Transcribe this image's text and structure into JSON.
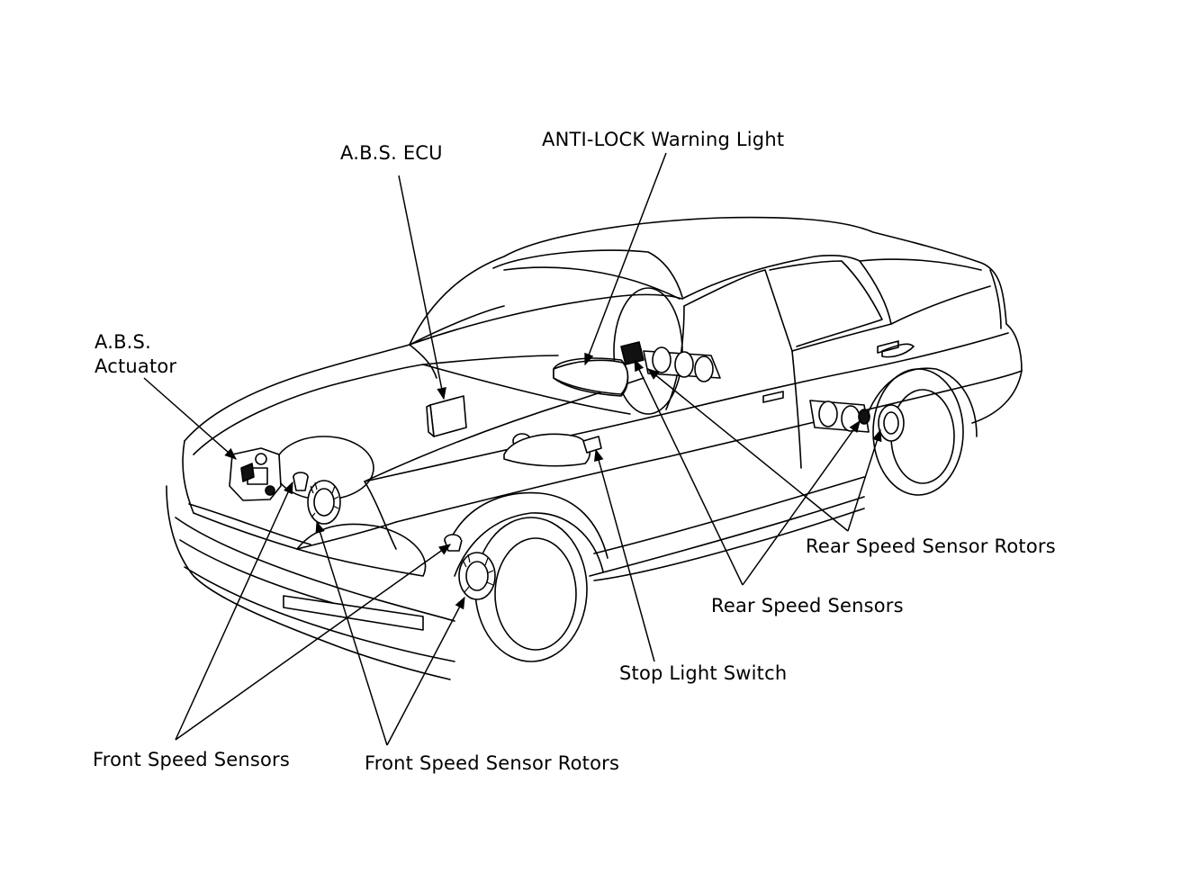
{
  "labels": {
    "abs_ecu": "A.B.S. ECU",
    "anti_lock_warning_light": "ANTI-LOCK Warning Light",
    "abs_actuator_line1": "A.B.S.",
    "abs_actuator_line2": "Actuator",
    "rear_speed_sensor_rotors": "Rear Speed Sensor Rotors",
    "rear_speed_sensors": "Rear Speed Sensors",
    "stop_light_switch": "Stop Light Switch",
    "front_speed_sensors": "Front Speed Sensors",
    "front_speed_sensor_rotors": "Front Speed Sensor Rotors"
  },
  "colors": {
    "line": "#000000",
    "background": "#ffffff"
  }
}
